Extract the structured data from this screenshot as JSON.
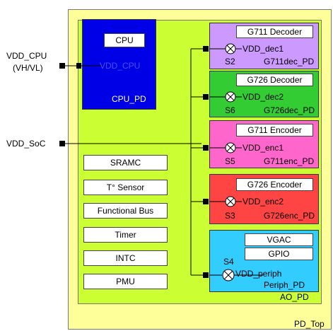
{
  "colors": {
    "pd_top": "#ffff99",
    "inner": "#ccff33",
    "cpu_pd": "#0000e6",
    "g711_dec": "#cc99ff",
    "g726_dec": "#33cc33",
    "g711_enc": "#ff66cc",
    "g726_enc": "#ff4444",
    "ao_pd": "#33ccff"
  },
  "external": {
    "vdd_cpu": "VDD_CPU",
    "vh_vl": "(VH/VL)",
    "vdd_soc": "VDD_SoC"
  },
  "pd_top": {
    "label": "PD_Top"
  },
  "cpu_pd": {
    "cpu": "CPU",
    "vdd": "VDD_CPU",
    "label": "CPU_PD"
  },
  "functional_blocks": [
    "SRAMC",
    "T° Sensor",
    "Functional Bus",
    "Timer",
    "INTC",
    "PMU"
  ],
  "domains": {
    "g711_dec": {
      "title": "G711 Decoder",
      "vdd": "VDD_dec1",
      "switch": "S2",
      "pd": "G711dec_PD"
    },
    "g726_dec": {
      "title": "G726 Decoder",
      "vdd": "VDD_dec2",
      "switch": "S6",
      "pd": "G726dec_PD"
    },
    "g711_enc": {
      "title": "G711 Encoder",
      "vdd": "VDD_enc1",
      "switch": "S5",
      "pd": "G711enc_PD"
    },
    "g726_enc": {
      "title": "G726 Encoder",
      "vdd": "VDD_enc2",
      "switch": "S3",
      "pd": "G726enc_PD"
    }
  },
  "ao_pd": {
    "vgac": "VGAC",
    "gpio": "GPIO",
    "switch": "S4",
    "vdd": "VDD_periph",
    "pd": "Periph_PD",
    "label": "AO_PD"
  }
}
